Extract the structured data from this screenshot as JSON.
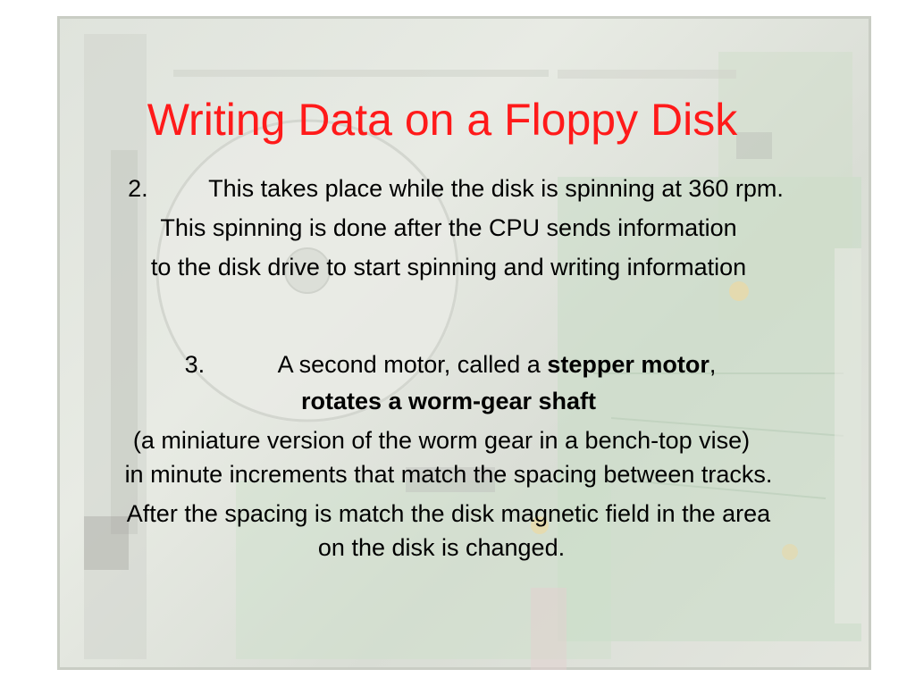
{
  "slide": {
    "title": "Writing Data on a Floppy Disk",
    "item2": {
      "number": "2.",
      "lead": "This takes place while the disk is spinning at 360 rpm.",
      "line2": "This spinning is done after the CPU sends information",
      "line3": "to the disk drive to start spinning and writing information"
    },
    "item3": {
      "number": "3.",
      "lead_prefix": "A second motor, called a ",
      "lead_bold": "stepper motor",
      "lead_suffix": ",",
      "line2_bold": "rotates a worm-gear shaft",
      "line3": "(a miniature version of the worm gear in a bench-top vise)",
      "line4": "in minute increments that match the spacing between tracks.",
      "line5": "After the spacing is match the disk magnetic field in the area",
      "line6": "on the disk is changed."
    }
  }
}
